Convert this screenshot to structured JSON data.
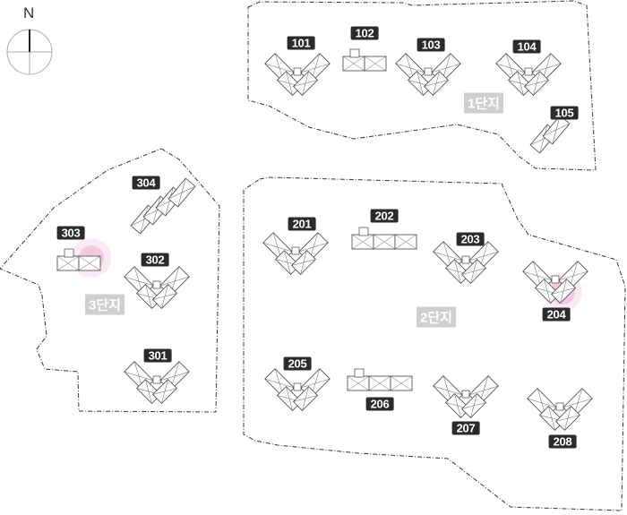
{
  "compass": {
    "label": "N"
  },
  "zones": [
    {
      "id": "zone1",
      "label": "1단지"
    },
    {
      "id": "zone2",
      "label": "2단지"
    },
    {
      "id": "zone3",
      "label": "3단지"
    }
  ],
  "buildings": [
    {
      "label": "101",
      "shape": "v",
      "highlighted": false
    },
    {
      "label": "102",
      "shape": "flat",
      "highlighted": false
    },
    {
      "label": "103",
      "shape": "v",
      "highlighted": false
    },
    {
      "label": "104",
      "shape": "v",
      "highlighted": false
    },
    {
      "label": "105",
      "shape": "diag",
      "highlighted": false
    },
    {
      "label": "201",
      "shape": "v",
      "highlighted": false
    },
    {
      "label": "202",
      "shape": "flat",
      "highlighted": false
    },
    {
      "label": "203",
      "shape": "v",
      "highlighted": false
    },
    {
      "label": "204",
      "shape": "v",
      "highlighted": true
    },
    {
      "label": "205",
      "shape": "v",
      "highlighted": false
    },
    {
      "label": "206",
      "shape": "flat",
      "highlighted": false
    },
    {
      "label": "207",
      "shape": "v",
      "highlighted": false
    },
    {
      "label": "208",
      "shape": "v",
      "highlighted": false
    },
    {
      "label": "301",
      "shape": "v",
      "highlighted": false
    },
    {
      "label": "302",
      "shape": "v",
      "highlighted": false
    },
    {
      "label": "303",
      "shape": "flat",
      "highlighted": true
    },
    {
      "label": "304",
      "shape": "diag",
      "highlighted": false
    }
  ],
  "colors": {
    "badge": "#2b2b2b",
    "zone": "#cfcfcf",
    "highlight": "#f0a8cf",
    "line": "#333333"
  }
}
